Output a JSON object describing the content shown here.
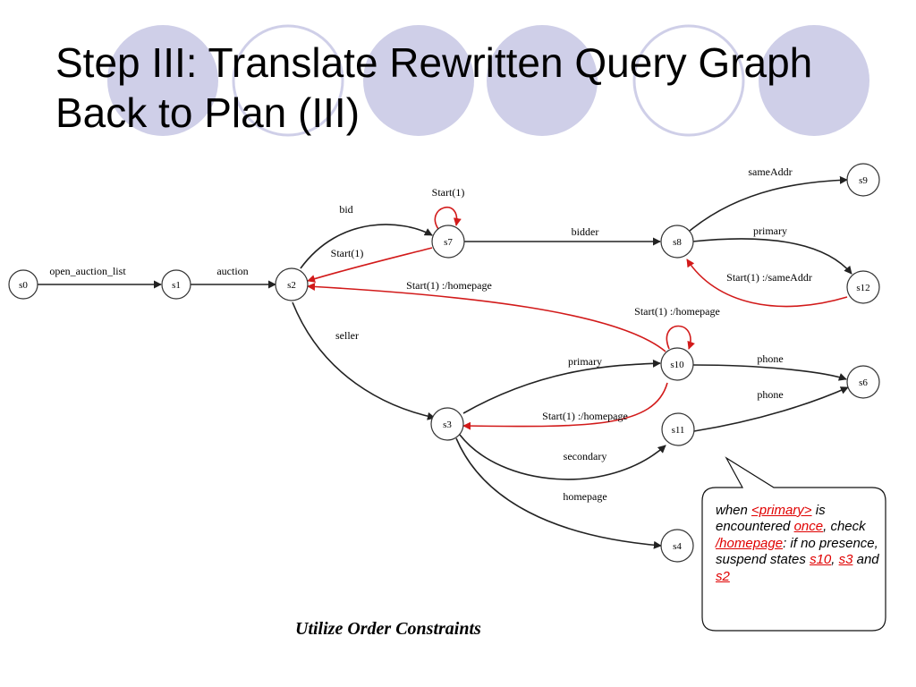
{
  "title": {
    "line1": "Step III: Translate Rewritten Query Graph",
    "line2": "Back to Plan (III)"
  },
  "colors": {
    "decor_fill": "#CFCFE8",
    "decor_stroke": "#CFCFE8",
    "edge_red": "#d21a1a",
    "highlight_red": "#e00000"
  },
  "graph": {
    "nodes": {
      "s0": "s0",
      "s1": "s1",
      "s2": "s2",
      "s3": "s3",
      "s4": "s4",
      "s6": "s6",
      "s7": "s7",
      "s8": "s8",
      "s9": "s9",
      "s10": "s10",
      "s11": "s11",
      "s12": "s12"
    },
    "edges": {
      "s0_s1": "open_auction_list",
      "s1_s2": "auction",
      "s2_s7": "bid",
      "s7_loop": "Start(1)",
      "s7_s2": "Start(1)",
      "s7_s8": "bidder",
      "s8_s9": "sameAddr",
      "s8_s12": "primary",
      "s12_s8": "Start(1) :/sameAddr",
      "s10_s2": "Start(1) :/homepage",
      "s10_loop": "Start(1) :/homepage",
      "s2_s3": "seller",
      "s3_s10": "primary",
      "s10_s6": "phone",
      "s11_s6": "phone",
      "s10_s3": "Start(1) :/homepage",
      "s3_s11": "secondary",
      "s3_s4": "homepage"
    }
  },
  "caption": "Utilize Order Constraints",
  "callout": {
    "w1": "when ",
    "h1": "<primary>",
    "w2": " is encountered ",
    "h2": "once",
    "w3": ", check ",
    "h3": "/homepage",
    "w4": ": if no presence, suspend states ",
    "h4": "s10",
    "w5": ", ",
    "h5": "s3",
    "w6": " and ",
    "h6": "s2"
  }
}
